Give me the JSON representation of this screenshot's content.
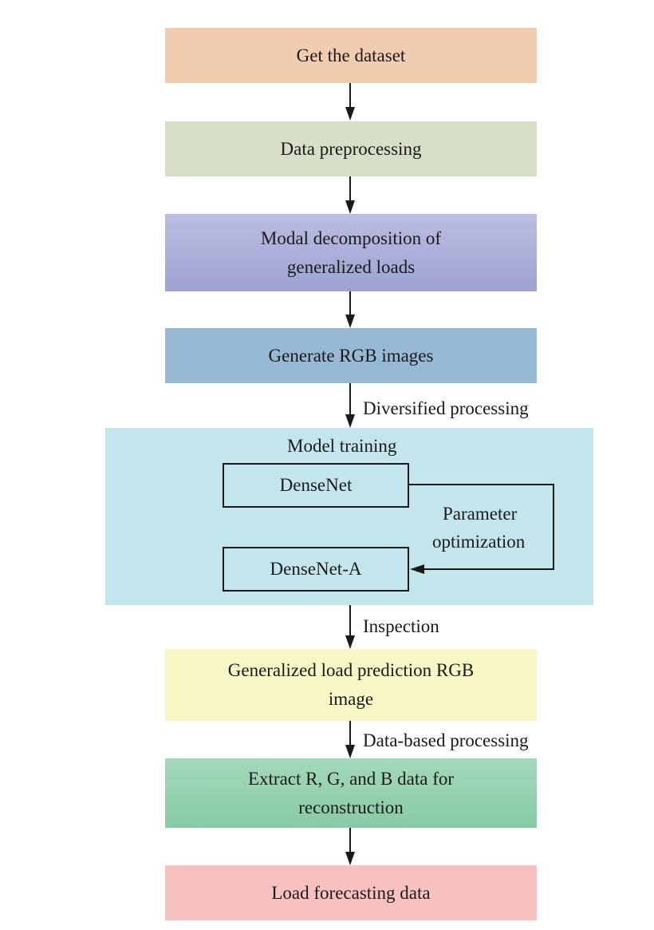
{
  "steps": {
    "dataset": "Get the dataset",
    "preprocessing": "Data preprocessing",
    "modal": [
      "Modal decomposition of",
      "generalized loads"
    ],
    "rgb": "Generate RGB images",
    "prediction": [
      "Generalized load prediction RGB",
      "image"
    ],
    "extract": [
      "Extract R, G, and B data for",
      "reconstruction"
    ],
    "forecast": "Load forecasting data"
  },
  "edge_labels": {
    "diversified": "Diversified processing",
    "inspection": "Inspection",
    "data_based": "Data-based processing"
  },
  "training": {
    "title": "Model training",
    "densenet": "DenseNet",
    "densenet_a": "DenseNet-A",
    "param_opt": [
      "Parameter",
      "optimization"
    ]
  },
  "colors": {
    "dataset": "#f2ccb0",
    "preprocessing": "#d8dfc7",
    "modal_top": "#bcbde0",
    "modal_bottom": "#9ea2d2",
    "rgb": "#98b9d4",
    "training": "#c2e6ec",
    "prediction": "#f7f7c6",
    "extract_top": "#a3d9bc",
    "extract_bottom": "#88caa4",
    "forecast": "#f8c1c1"
  }
}
